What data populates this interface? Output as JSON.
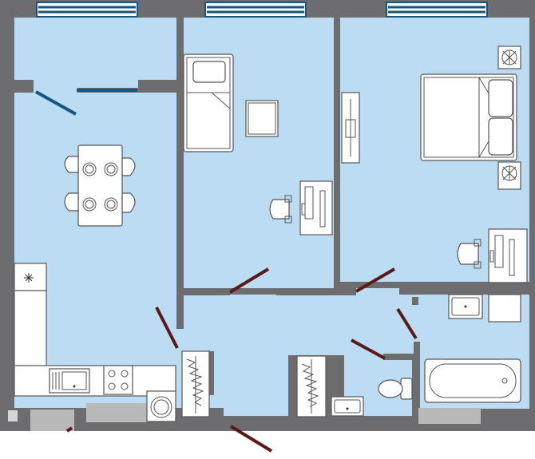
{
  "colors": {
    "wall": "#6d6d6f",
    "floor": "#bcdcf4",
    "door": "#5a1a1a",
    "window": "#17557d",
    "furniture": "#ffffff"
  },
  "rooms": [
    {
      "id": "kitchen-living"
    },
    {
      "id": "bedroom-small"
    },
    {
      "id": "bedroom-master"
    },
    {
      "id": "hallway"
    },
    {
      "id": "toilet"
    },
    {
      "id": "bathroom"
    }
  ],
  "icons": [
    "fan-icon",
    "snowflake-icon",
    "stove-icon",
    "washing-machine-icon"
  ]
}
